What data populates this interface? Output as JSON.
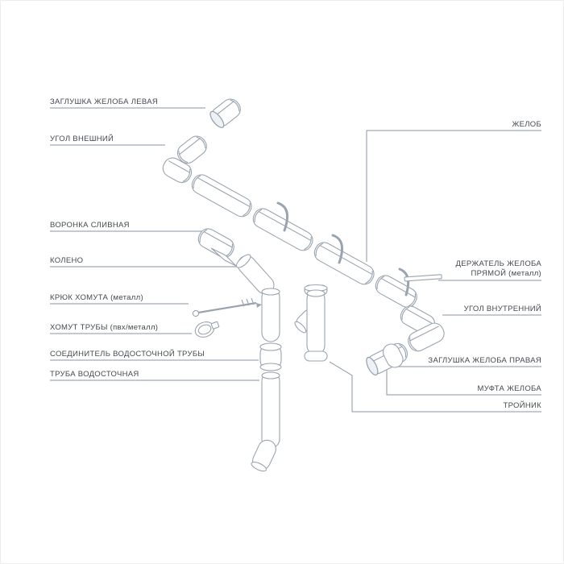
{
  "page": {
    "background": "#fbfbfc",
    "canvas": "#ffffff"
  },
  "diagram": {
    "type": "exploded-parts-diagram",
    "subject": "водосточная система (gutter and downpipe system)",
    "stroke_color": "#9aa4b0",
    "leader_color": "#8a94a0",
    "label_color": "#44494f"
  },
  "labels": {
    "left": [
      {
        "id": "gutter-end-cap-left",
        "text": "ЗАГЛУШКА ЖЕЛОБА ЛЕВАЯ"
      },
      {
        "id": "outer-corner",
        "text": "УГОЛ ВНЕШНИЙ"
      },
      {
        "id": "drain-funnel",
        "text": "ВОРОНКА СЛИВНАЯ"
      },
      {
        "id": "elbow",
        "text": "КОЛЕНО"
      },
      {
        "id": "clamp-hook-metal",
        "text": "КРЮК ХОМУТА (металл)"
      },
      {
        "id": "pipe-clamp",
        "text": "ХОМУТ ТРУБЫ (пвх/металл)"
      },
      {
        "id": "downpipe-connector",
        "text": "СОЕДИНИТЕЛЬ ВОДОСТОЧНОЙ ТРУБЫ"
      },
      {
        "id": "downpipe",
        "text": "ТРУБА ВОДОСТОЧНАЯ"
      }
    ],
    "right": [
      {
        "id": "gutter",
        "text": "ЖЕЛОБ"
      },
      {
        "id": "gutter-holder-straight",
        "line1": "ДЕРЖАТЕЛЬ ЖЕЛОБА",
        "line2": "ПРЯМОЙ (металл)"
      },
      {
        "id": "inner-corner",
        "text": "УГОЛ ВНУТРЕННИЙ"
      },
      {
        "id": "gutter-end-cap-right",
        "text": "ЗАГЛУШКА ЖЕЛОБА ПРАВАЯ"
      },
      {
        "id": "gutter-coupling",
        "text": "МУФТА ЖЕЛОБА"
      },
      {
        "id": "tee",
        "text": "ТРОЙНИК"
      }
    ]
  }
}
